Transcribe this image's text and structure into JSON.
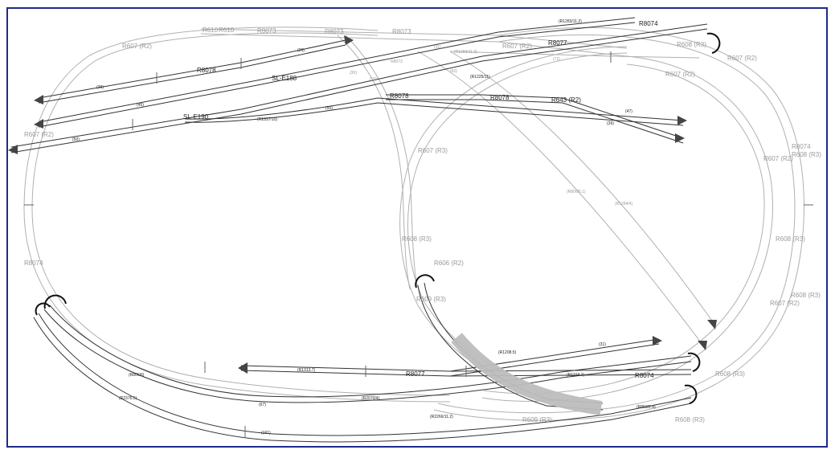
{
  "diagram": {
    "colors": {
      "frame": "#1f2a8a",
      "upper_track": "#b0b0b0",
      "lower_track": "#333333",
      "highlight": "#bdbdbd",
      "marker": "#111111"
    },
    "labels_dark": [
      "R8078",
      "SL-E188",
      "SL-E190",
      "R8078",
      "R8078",
      "R643 (R2)",
      "R8077",
      "R8074",
      "R8077",
      "R8074",
      "(39)",
      "(45)",
      "(50)",
      "(26)",
      "(50)",
      "(47)",
      "(39)",
      "(R1317/10)",
      "(R1208.5)",
      "(31)",
      "(R1313.7)",
      "(R1219.3)",
      "(R2070/4)",
      "(R2266/11.2)",
      "(67)",
      "(161)",
      "(R806/6)",
      "(R2376.5)",
      "(R850/2.4)",
      "(R1283/11.2)",
      "(R1225/11)"
    ],
    "labels_light": [
      "R610",
      "R610",
      "R8073",
      "R8073",
      "R8073",
      "R607 (R2)",
      "R607 (R2)",
      "R608 (R3)",
      "R608 (R3)",
      "R608 (R3)",
      "R609 (R3)",
      "R607 (R2)",
      "R608 (R3)",
      "R607 (R2)",
      "R608 (R3)",
      "R607 (R2)",
      "R607 (R3)",
      "R606 (R2)",
      "R609 (R3)",
      "R607 (R2)",
      "R608 (R3)",
      "R8074",
      "R8074",
      "R607 (R2)",
      "R608 (R3)",
      "(R1283/11.3)",
      "(11)",
      "(15)",
      "(30)",
      "(60)",
      "(72)",
      "R8073",
      "(R806/5.1)",
      "(R1284/4)"
    ]
  }
}
